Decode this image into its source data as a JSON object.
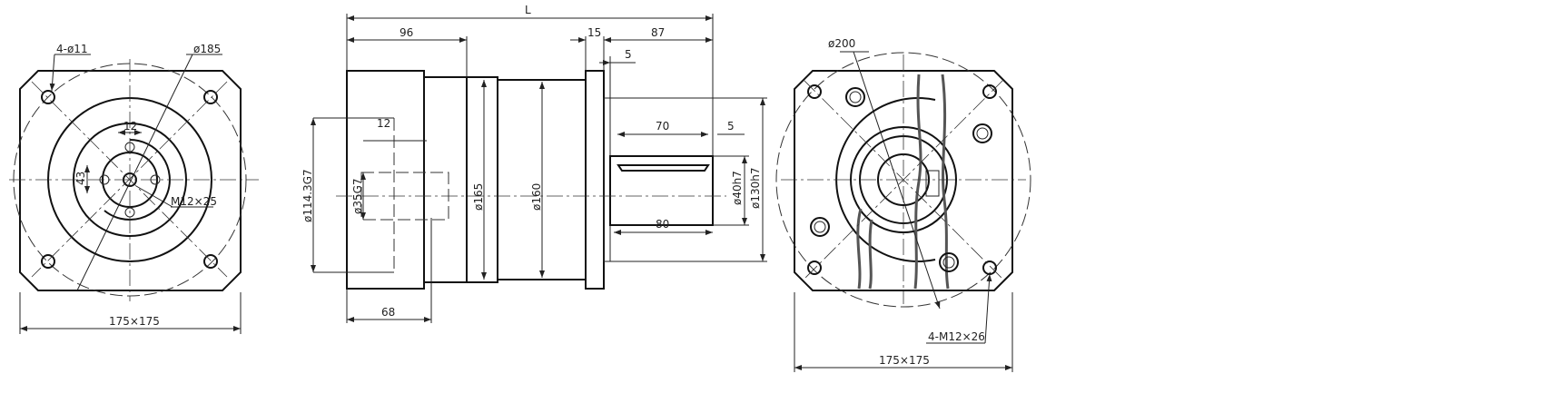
{
  "drawing": {
    "front_view": {
      "hole_label": "4-ø11",
      "pcd_label": "ø185",
      "key_width": "12",
      "key_height": "43",
      "thread_label": "M12×25",
      "size_label": "175×175"
    },
    "side_view": {
      "total_length": "L",
      "body_length": "96",
      "flange_thickness": "15",
      "shaft_length": "87",
      "shoulder": "5",
      "input_depth": "12",
      "input_bore_outer": "ø114.3G7",
      "input_bore": "ø35G7",
      "dia_165": "ø165",
      "dia_160": "ø160",
      "key_length": "70",
      "key_offset": "5",
      "shaft_dia": "ø40h7",
      "pilot_dia": "ø130h7",
      "shaft_usable": "80",
      "motor_adapter": "68"
    },
    "rear_view": {
      "pcd_label": "ø200",
      "thread_label": "4-M12×26",
      "size_label": "175×175"
    }
  }
}
